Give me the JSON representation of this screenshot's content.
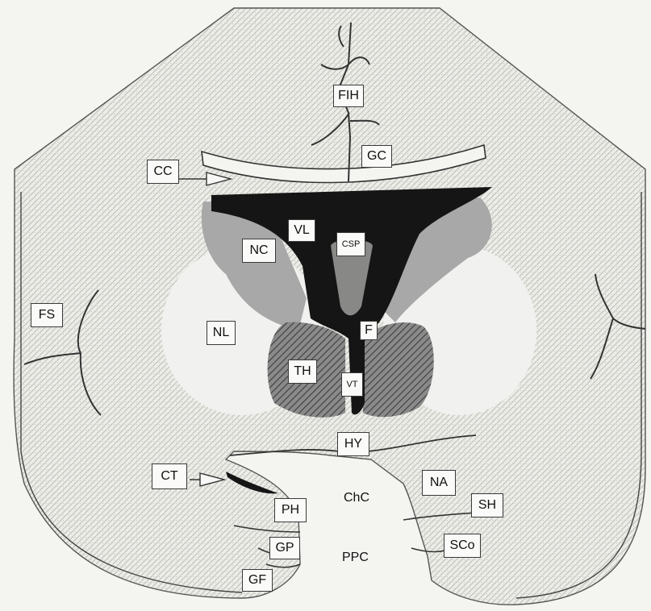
{
  "labels": {
    "fih": "FIH",
    "gc": "GC",
    "cc": "CC",
    "vl": "VL",
    "csp": "CSP",
    "nc": "NC",
    "fs": "FS",
    "nl": "NL",
    "f": "F",
    "th": "TH",
    "vt": "VT",
    "hy": "HY",
    "ct": "CT",
    "na": "NA",
    "chc": "ChC",
    "ph": "PH",
    "sh": "SH",
    "gp": "GP",
    "sco": "SCo",
    "ppc": "PPC",
    "gf": "GF"
  },
  "colors": {
    "page": "#ffffff",
    "paper": "#f2f2ee",
    "stipple": "#bdbdb5",
    "ventricle": "#151515",
    "caudate": "#a8a8a8",
    "lentiform": "#f1f1ef",
    "thalamus": "#6a6a6a",
    "outline": "#333333"
  },
  "icons": {
    "cc_pointer": "arrow-right-icon",
    "ct_pointer": "arrow-right-icon"
  }
}
